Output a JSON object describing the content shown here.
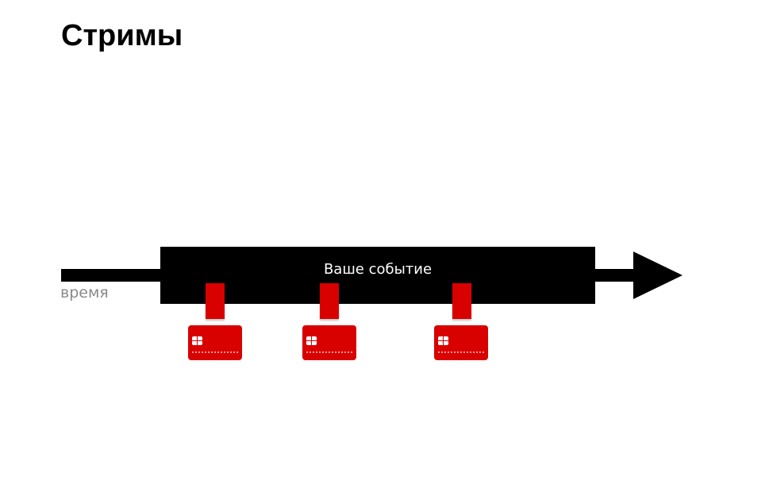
{
  "title": "Стримы",
  "axis_label": "время",
  "event_label": "Ваше событие",
  "cards": [
    {
      "name": "card-1"
    },
    {
      "name": "card-2"
    },
    {
      "name": "card-3"
    }
  ],
  "colors": {
    "accent": "#d90000",
    "timeline": "#000000",
    "axis_label": "#8a8a8a"
  }
}
